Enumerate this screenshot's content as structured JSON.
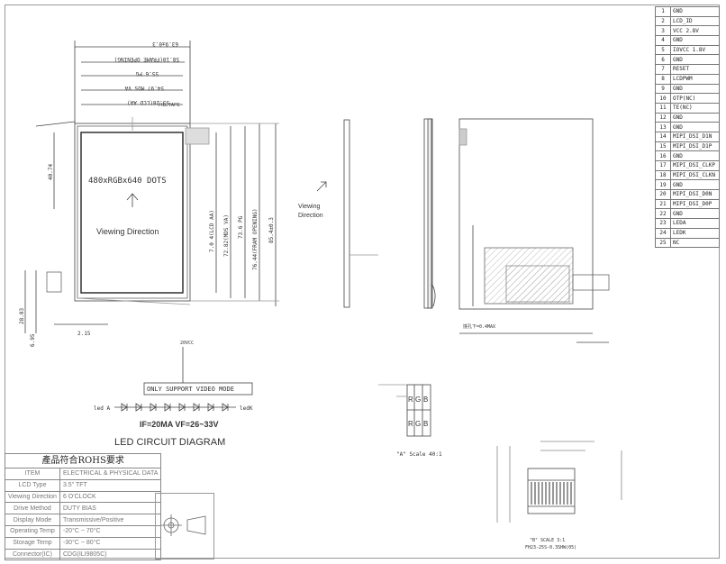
{
  "drawing": {
    "display_label": "480xRGBx640 DOTS",
    "viewing_direction": "Viewing Direction",
    "viewing_direction_side": "Viewing\nDirection",
    "frame_opening": "FRAME OPENING",
    "mds_va": "MDS VA",
    "fill_tape": "FILL TAPE",
    "lcd_aa": "LCD AA",
    "fram_opening": "FRAM OPENING",
    "dims_vertical": [
      "7.0 4(LCD AA)",
      "72.82(MDS VA)",
      "73.6 PG",
      "76.44(FRAM OPENING)",
      "85.4±0.3"
    ],
    "dims_top": [
      "63.9±0.3",
      "58.10(FRAME OPENING)",
      "55.6 PG",
      "54.97 MDS VA",
      "53.28(LCD AA)"
    ],
    "dim_left": "40.74",
    "dim_bottom": [
      "28.03",
      "6.95",
      "2.15"
    ],
    "side_note": "撞孔下=0.4MAX",
    "detail_a_label": "\"A\" Scale 40:1",
    "detail_b_label": "\"B\" SCALE 3:1",
    "fpc_note": "FH23-25S-0.3SHW(05)",
    "led_top": "20VCC",
    "led_only_support": "ONLY SUPPORT VIDEO MODE",
    "led_left": "led A",
    "led_right": "ledK",
    "led_spec": "IF=20MA  VF=26~33V",
    "led_title": "LED CIRCUIT DIAGRAM",
    "rgb": [
      "R",
      "G",
      "B",
      "R",
      "G",
      "B"
    ]
  },
  "pins": [
    {
      "n": "1",
      "s": "GND"
    },
    {
      "n": "2",
      "s": "LCD_ID"
    },
    {
      "n": "3",
      "s": "VCC 2.8V"
    },
    {
      "n": "4",
      "s": "GND"
    },
    {
      "n": "5",
      "s": "IOVCC 1.8V"
    },
    {
      "n": "6",
      "s": "GND"
    },
    {
      "n": "7",
      "s": "RESET"
    },
    {
      "n": "8",
      "s": "LCDPWM"
    },
    {
      "n": "9",
      "s": "GND"
    },
    {
      "n": "10",
      "s": "OTP(NC)"
    },
    {
      "n": "11",
      "s": "TE(NC)"
    },
    {
      "n": "12",
      "s": "GND"
    },
    {
      "n": "13",
      "s": "GND"
    },
    {
      "n": "14",
      "s": "MIPI_DSI_D1N"
    },
    {
      "n": "15",
      "s": "MIPI_DSI_D1P"
    },
    {
      "n": "16",
      "s": "GND"
    },
    {
      "n": "17",
      "s": "MIPI_DSI_CLKP"
    },
    {
      "n": "18",
      "s": "MIPI_DSI_CLKN"
    },
    {
      "n": "19",
      "s": "GND"
    },
    {
      "n": "20",
      "s": "MIPI_DSI_D0N"
    },
    {
      "n": "21",
      "s": "MIPI_DSI_D0P"
    },
    {
      "n": "22",
      "s": "GND"
    },
    {
      "n": "23",
      "s": "LEDA"
    },
    {
      "n": "24",
      "s": "LEDK"
    },
    {
      "n": "25",
      "s": "NC"
    }
  ],
  "spec": {
    "title": "產品符合ROHS要求",
    "rows": [
      {
        "k": "ITEM",
        "v": "ELECTRICAL & PHYSICAL DATA"
      },
      {
        "k": "LCD Type",
        "v": "3.5\" TFT"
      },
      {
        "k": "Viewing Direction",
        "v": "6 O'CLOCK"
      },
      {
        "k": "Drive Method",
        "v": "DUTY BIAS"
      },
      {
        "k": "Display Mode",
        "v": "Transmissive/Positive"
      },
      {
        "k": "Operating Temp",
        "v": "-20°C ~ 70°C"
      },
      {
        "k": "Storage Temp",
        "v": "-30°C ~ 80°C"
      },
      {
        "k": "Connector(IC)",
        "v": "CDG(ILI9805C)"
      }
    ]
  }
}
